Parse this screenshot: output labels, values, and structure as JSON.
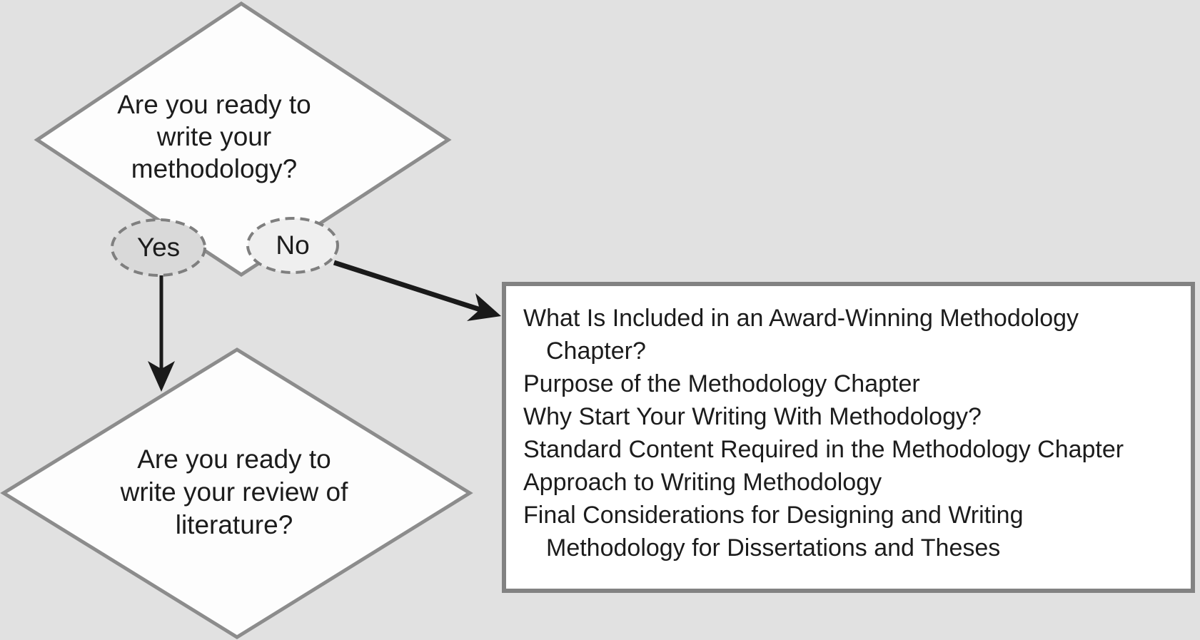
{
  "diagram": {
    "decision1": {
      "label": "Are you ready to\nwrite your\nmethodology?"
    },
    "branches": {
      "yes": "Yes",
      "no": "No"
    },
    "decision2": {
      "label": "Are you ready to\nwrite your review of\nliterature?"
    },
    "chapter_box": {
      "items": [
        "What Is Included in an Award-Winning Methodology\nChapter?",
        "Purpose of the Methodology Chapter",
        "Why Start Your Writing With Methodology?",
        "Standard Content Required in the Methodology Chapter",
        "Approach to Writing Methodology",
        "Final Considerations for Designing and Writing\nMethodology for Dissertations and Theses"
      ]
    }
  },
  "colors": {
    "background": "#e1e1e1",
    "node_fill": "#fdfdfd",
    "node_border": "#8c8c8c",
    "box_border": "#828282",
    "box_fill": "#ffffff",
    "yes_fill": "#d9d9d9",
    "no_fill": "#efefef",
    "ellipse_border": "#7f7f7f",
    "arrow": "#1a1a1a",
    "text": "#1c1c1c"
  }
}
